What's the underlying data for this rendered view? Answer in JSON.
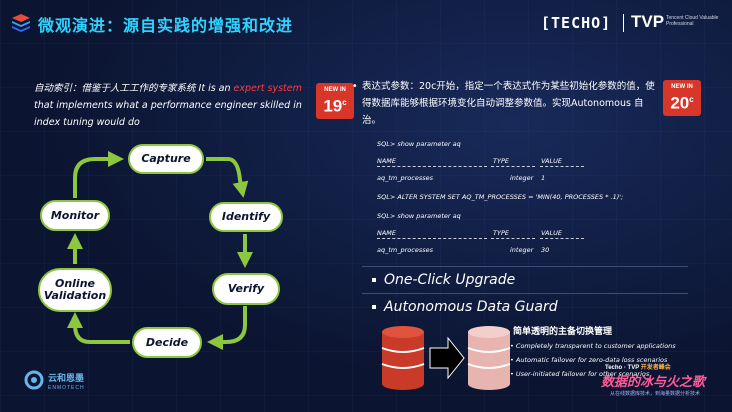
{
  "header": {
    "title": "微观演进：源自实践的增强和改进",
    "techo_logo": "[TECHO]",
    "tvp_logo": "TVP",
    "tvp_subtitle": "Tencent Cloud Valuable Professional"
  },
  "intro": {
    "prefix": "自动索引：借鉴于人工工作的专家系统 It is an ",
    "highlight": "expert system",
    "suffix": " that implements what a performance engineer skilled in index tuning would do"
  },
  "cycle": {
    "nodes": [
      "Capture",
      "Identify",
      "Verify",
      "Decide",
      "Online Validation",
      "Monitor"
    ],
    "arrow_color": "#8dc63f"
  },
  "badges": {
    "left": {
      "top": "NEW IN",
      "num": "19",
      "sup": "c"
    },
    "right": {
      "top": "NEW IN",
      "num": "20",
      "sup": "c"
    }
  },
  "features": {
    "main_bullet": "表达式参数：20c开始，指定一个表达式作为某些初始化参数的值，使得数据库能够根据环境变化自动调整参数值。实现Autonomous 自治。",
    "sql": {
      "line1": "SQL> show parameter aq",
      "col_name": "NAME",
      "col_type": "TYPE",
      "col_value": "VALUE",
      "row1_name": "aq_tm_processes",
      "row1_type": "integer",
      "row1_value": "1",
      "alter": "SQL> ALTER SYSTEM SET AQ_TM_PROCESSES = 'MIN(40, PROCESSES * .1)';",
      "line2": "SQL> show parameter aq",
      "row2_name": "aq_tm_processes",
      "row2_type": "integer",
      "row2_value": "30"
    },
    "one_click": "One-Click Upgrade",
    "data_guard": "Autonomous Data Guard"
  },
  "dataguard": {
    "title": "简单透明的主备切换管理",
    "items": [
      "Completely transparent to customer applications",
      "Automatic failover for zero-data loss scenarios",
      "User-initiated failover for other scenarios"
    ]
  },
  "footer": {
    "enmo_cn": "云和恩墨",
    "enmo_en": "ENMOTECH",
    "event_top": "Techo · TVP",
    "event_tag": "开发者峰会",
    "event_main": "数据的冰与火之歌",
    "event_sub": "从在线数据库技术，到海量数据分析技术"
  },
  "colors": {
    "title": "#2fd3ff",
    "highlight": "#ff3b3b",
    "badge": "#d9362a",
    "node_border": "#8dc63f"
  }
}
